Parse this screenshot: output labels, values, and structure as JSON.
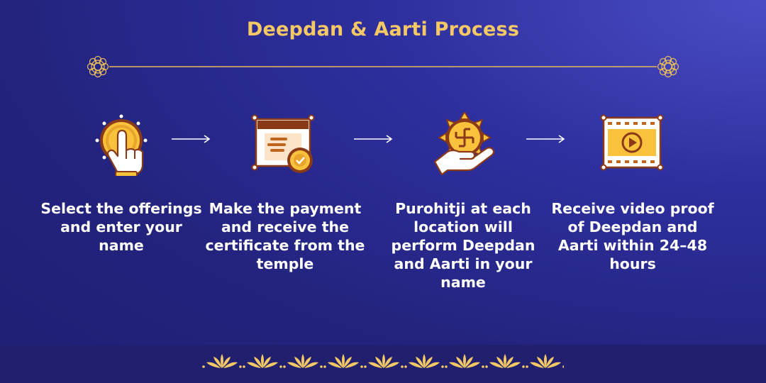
{
  "title": "Deepdan & Aarti Process",
  "steps": [
    {
      "text": "Select the offerings and enter your name",
      "icon": "hand-tap-icon"
    },
    {
      "text": "Make the payment and receive the certificate from the temple",
      "icon": "certificate-icon"
    },
    {
      "text": "Purohitji at each location will perform Deepdan and Aarti in your name",
      "icon": "swastik-diya-icon"
    },
    {
      "text": "Receive video proof of Deepdan and Aarti within 24–48 hours",
      "icon": "video-play-icon"
    }
  ],
  "colors": {
    "accent": "#f4c865",
    "background": "#23237e",
    "icon_brown": "#8a3a16",
    "icon_yellow": "#f8c23d"
  }
}
